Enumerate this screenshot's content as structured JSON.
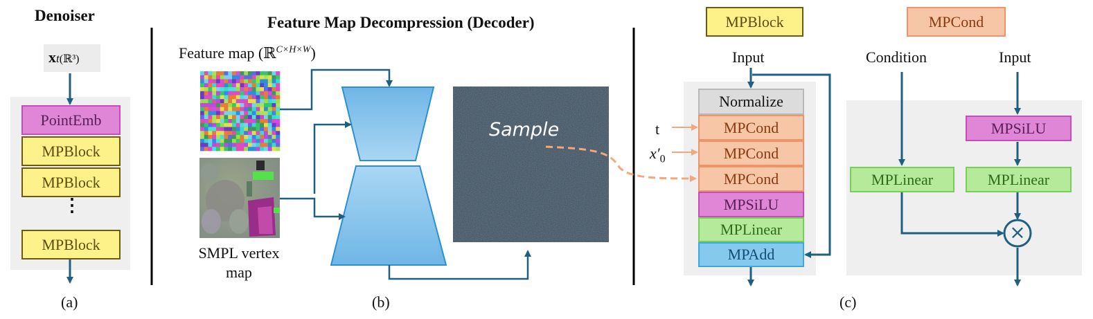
{
  "panel_a": {
    "title": "Denoiser",
    "input_symbol": "x",
    "input_sub": "t",
    "input_space": "(ℝ³)",
    "blocks": [
      "PointEmb",
      "MPBlock",
      "MPBlock",
      "⋮",
      "MPBlock"
    ],
    "caption": "(a)"
  },
  "panel_b": {
    "title": "Feature Map Decompression (Decoder)",
    "feature_map_label": "Feature map",
    "feature_map_space": "(ℝ",
    "feature_map_sup": "C×H×W",
    "feature_map_close": ")",
    "smpl_label_line1": "SMPL vertex",
    "smpl_label_line2": "map",
    "sample_label": "Sample",
    "caption": "(b)"
  },
  "panel_c": {
    "mpblock_title": "MPBlock",
    "mpblock_input": "Input",
    "mpblock_layers": [
      "Normalize",
      "MPCond",
      "MPCond",
      "MPCond",
      "MPSiLU",
      "MPLinear",
      "MPAdd"
    ],
    "cond_input_t": "t",
    "cond_input_x": "x′",
    "cond_input_x_sub": "0",
    "mpcond_title": "MPCond",
    "mpcond_condition": "Condition",
    "mpcond_input": "Input",
    "mpcond_silu": "MPSiLU",
    "mpcond_linear_left": "MPLinear",
    "mpcond_linear_right": "MPLinear",
    "multiply_symbol": "×",
    "caption": "(c)"
  },
  "colors": {
    "arrow": "#1f5f80",
    "dashed_arrow": "#f2a77c",
    "panel_bg": "#efefef"
  }
}
